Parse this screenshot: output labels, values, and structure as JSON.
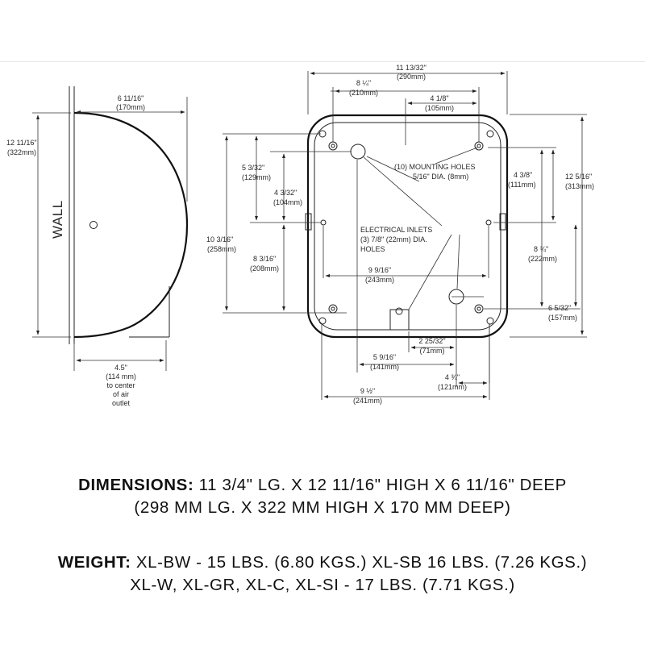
{
  "side_view": {
    "wall_label": "WALL",
    "depth": [
      "6 11/16\"",
      "(170mm)"
    ],
    "height": [
      "12 11/16\"",
      "(322mm)"
    ],
    "outlet_offset": [
      "4.5\"",
      "(114 mm)",
      "to center",
      "of air",
      "outlet"
    ]
  },
  "front_view": {
    "overall_width": [
      "11 13/32\"",
      "(290mm)"
    ],
    "width_8_1_4": [
      "8 ¼\"",
      "(210mm)"
    ],
    "width_4_1_8": [
      "4 1/8\"",
      "(105mm)"
    ],
    "height_5_3_32": [
      "5 3/32\"",
      "(129mm)"
    ],
    "height_4_3_32": [
      "4 3/32\"",
      "(104mm)"
    ],
    "height_10_3_16": [
      "10 3/16\"",
      "(258mm)"
    ],
    "height_8_3_16": [
      "8 3/16\"",
      "(208mm)"
    ],
    "height_4_3_8": [
      "4 3/8\"",
      "(111mm)"
    ],
    "height_12_5_16": [
      "12 5/16\"",
      "(313mm)"
    ],
    "height_8_3_4": [
      "8 ¾\"",
      "(222mm)"
    ],
    "height_6_5_32": [
      "6 5/32\"",
      "(157mm)"
    ],
    "width_9_9_16": [
      "9 9/16\"",
      "(243mm)"
    ],
    "width_2_25_32": [
      "2 25/32\"",
      "(71mm)"
    ],
    "width_5_9_16": [
      "5 9/16\"",
      "(141mm)"
    ],
    "width_4_3_4": [
      "4 ¾\"",
      "(121mm)"
    ],
    "width_9_1_2": [
      "9 ½\"",
      "(241mm)"
    ],
    "mounting_holes": [
      "(10) MOUNTING HOLES",
      "5/16\" DIA. (8mm)"
    ],
    "electrical_inlets": [
      "ELECTRICAL INLETS",
      "(3) 7/8\" (22mm) DIA.",
      "HOLES"
    ]
  },
  "specs": {
    "dimensions_label": "DIMENSIONS:",
    "dimensions_line1": " 11 3/4\" LG. X 12 11/16\" HIGH X 6 11/16\" DEEP",
    "dimensions_line2": "(298 MM LG. X 322 MM HIGH X 170 MM DEEP)",
    "weight_label": "WEIGHT:",
    "weight_line1": " XL-BW - 15 LBS. (6.80 KGS.) XL-SB 16 LBS. (7.26 KGS.)",
    "weight_line2": "XL-W, XL-GR, XL-C, XL-SI - 17 LBS. (7.71 KGS.)"
  }
}
